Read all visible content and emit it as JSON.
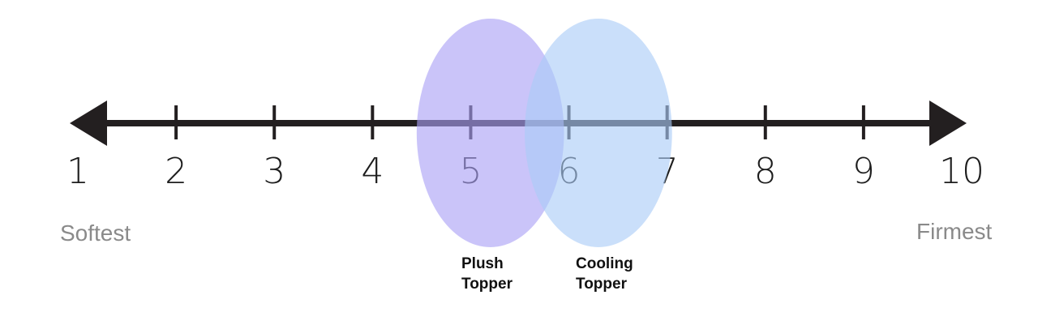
{
  "scale": {
    "min": 1,
    "max": 10,
    "ticks": [
      1,
      2,
      3,
      4,
      5,
      6,
      7,
      8,
      9,
      10
    ],
    "tick_labels": [
      "1",
      "2",
      "3",
      "4",
      "5",
      "6",
      "7",
      "8",
      "9",
      "10"
    ],
    "left_label": "Softest",
    "right_label": "Firmest",
    "line_color": "#231f20",
    "label_color": "#8a8a8a"
  },
  "toppers": [
    {
      "label_line1": "Plush",
      "label_line2": "Topper",
      "range": [
        4.45,
        5.95
      ],
      "color": "#a9a0f6"
    },
    {
      "label_line1": "Cooling",
      "label_line2": "Topper",
      "range": [
        5.55,
        7.05
      ],
      "color": "#a9ccf7"
    }
  ]
}
